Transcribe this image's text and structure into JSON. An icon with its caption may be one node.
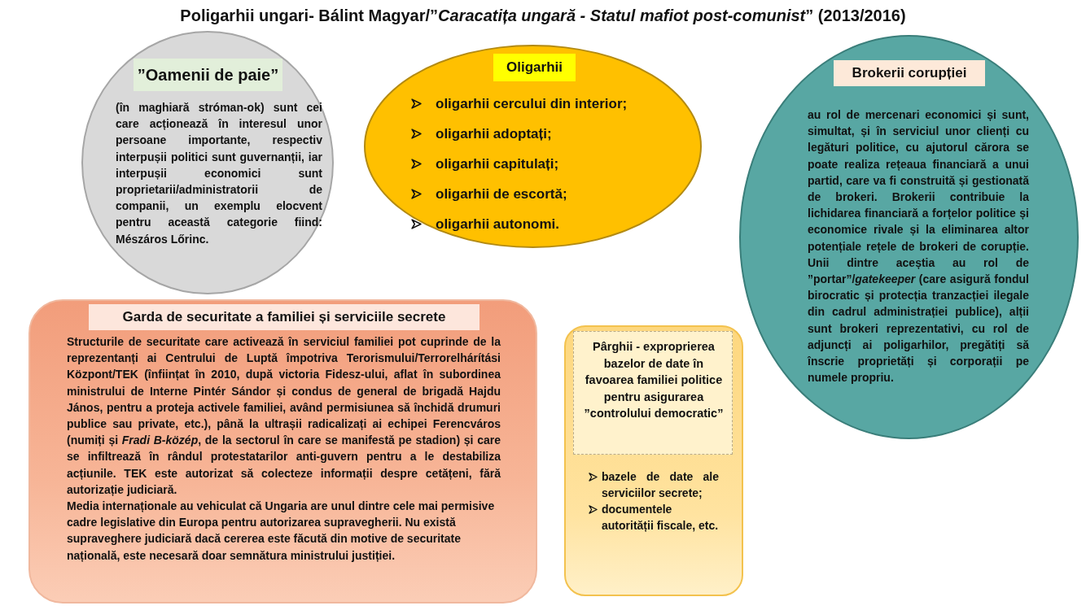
{
  "diagram": {
    "title": "Poligarhii ungari- Bálint Magyar/”*Caracatița ungară - Statul mafiot post-comunist*” (2013/2016)",
    "nodes": [
      {
        "text": [
          "”Oamenii de paie”",
          "(în maghiară stróman-ok) sunt cei care acționează în interesul unor persoane importante, respectiv interpușii politici sunt guvernanții, iar interpușii economici sunt proprietarii/administratorii de companii, un exemplu elocvent pentru această categorie fiind: Mészáros Lőrinc."
        ]
      },
      {
        "text": [
          "Oligarhii",
          "oligarhii cercului din interior;",
          "oligarhii adoptați;",
          "oligarhii capitulați;",
          "oligarhii de escortă;",
          "oligarhii autonomi."
        ]
      },
      {
        "text": [
          "Brokerii corupției",
          "au rol de mercenari economici și sunt, simultat, și în serviciul unor clienți cu legături politice, cu ajutorul cărora se poate realiza rețeaua financiară a unui partid, care va fi construită și gestionată de brokeri. Brokerii contribuie la lichidarea financiară a forțelor politice și economice rivale și la eliminarea altor potențiale rețele de brokeri de corupție. Unii dintre aceștia au rol de ”portar”/*gatekeeper* (care asigură fondul birocratic și protecția tranzacției ilegale din cadrul administrației publice), alții sunt brokeri reprezentativi, cu rol de adjuncți ai poligarhilor, pregătiți să înscrie proprietăți și corporații pe numele propriu."
        ]
      },
      {
        "text": [
          "Garda de securitate a familiei și serviciile secrete",
          "Structurile de securitate care activează în serviciul familiei pot cuprinde de la  reprezentanți ai Centrului de Luptă împotriva Terorismului/Terrorelhárítási Központ/TEK (înființat în 2010, după victoria Fidesz-ului, aflat în subordinea ministrului de Interne Pintér Sándor și condus de general de brigadă Hajdu János, pentru a proteja activele familiei, având permisiunea să închidă drumuri publice sau private, etc.), până la ultrașii radicalizați ai echipei Ferencváros (numiți și *Fradi B-közép*, de la sectorul în care se manifestă pe stadion) și care se infiltrează în rândul protestatarilor anti-guvern pentru a le destabiliza acțiunile. TEK este autorizat să colecteze informații despre cetățeni, fără autorizație judiciară.",
          "Media internaționale au vehiculat că Ungaria are unul dintre cele mai permisive cadre legislative din Europa pentru autorizarea supravegherii. Nu există supraveghere judiciară dacă cererea este făcută din motive de securitate națională, este necesară doar semnătura ministrului justiției."
        ]
      },
      {
        "text": [
          "bazele de date ale serviciilor secrete;",
          "documentele autorității fiscale, etc."
        ]
      },
      {
        "text": [
          "Pârghii - exproprierea bazelor de date în favoarea familiei politice pentru asigurarea ”controlului democratic”"
        ],
        "in": 4
      }
    ]
  }
}
